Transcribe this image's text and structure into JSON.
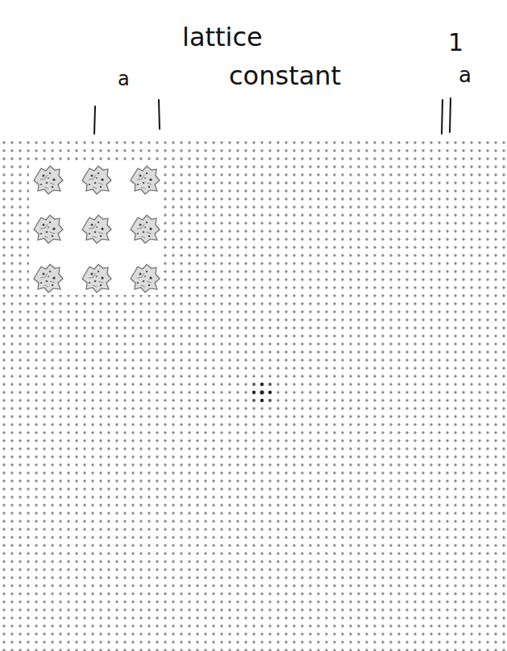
{
  "diagram": {
    "labels": [
      "a",
      "lattice constant",
      "1",
      "a"
    ]
  }
}
